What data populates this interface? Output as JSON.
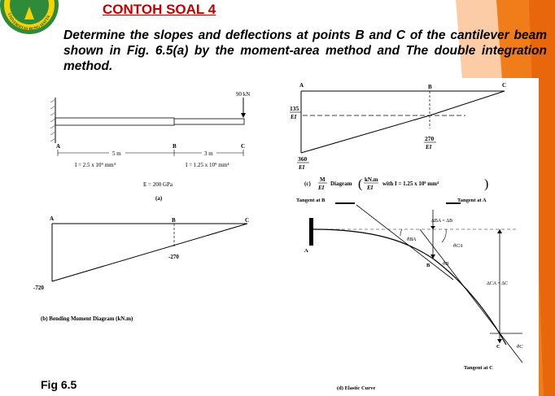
{
  "slide": {
    "title": "CONTOH SOAL 4",
    "problem_text": "Determine the slopes and deflections at points B and C of the cantilever beam shown in Fig. 6.5(a) by the moment-area method and The double integration method.",
    "fig_label": "Fig 6.5",
    "logo": {
      "name": "university-seal",
      "text": "UNIVERSITAS BUNG HATTA"
    },
    "colors": {
      "title": "#c00000",
      "accent_orange": "#f07c1a",
      "accent_dark": "#e8660c",
      "logo_green": "#2e8b3a",
      "logo_yellow": "#f5d300"
    }
  },
  "figure_a": {
    "load": "90 kN",
    "point_a": "A",
    "point_b": "B",
    "point_c": "C",
    "length_ab": "5 m",
    "length_bc": "3 m",
    "inertia_ab": "I  = 2.5 x 10⁹ mm⁴",
    "inertia_bc": "I  = 1.25 x 10⁹ mm⁴",
    "modulus": "E  = 200 GPa",
    "caption": "(a)"
  },
  "figure_b": {
    "point_a": "A",
    "point_b": "B",
    "point_c": "C",
    "value_a": "-720",
    "value_b": "-270",
    "caption": "(b)   Bending Moment Diagram (kN.m)"
  },
  "figure_c": {
    "point_a": "A",
    "point_b": "B",
    "point_c": "C",
    "value_top_num": "135",
    "value_top_den": "EI",
    "value_mid_num": "270",
    "value_mid_den": "EI",
    "value_bottom_num": "360",
    "value_bottom_den": "EI",
    "caption_prefix": "(c)",
    "caption_frac_num": "M",
    "caption_frac_den": "EI",
    "caption_mid": "Diagram",
    "caption_unit_num": "kN.m",
    "caption_unit_den": "EI",
    "caption_suffix": "with I  = 1.25 x 10⁹ mm⁴"
  },
  "figure_d": {
    "tangent_b": "Tangent at B",
    "tangent_a": "Tangent at A",
    "tangent_c": "Tangent at C",
    "delta_ba": "ΔBA = ΔB",
    "delta_ca": "ΔCA = ΔC",
    "theta_ba": "θBA",
    "theta_ca": "θCA",
    "theta_b": "θB",
    "theta_c": "θC",
    "point_a": "A",
    "point_b": "B",
    "point_c": "C",
    "caption": "(d)   Elastic Curve"
  }
}
